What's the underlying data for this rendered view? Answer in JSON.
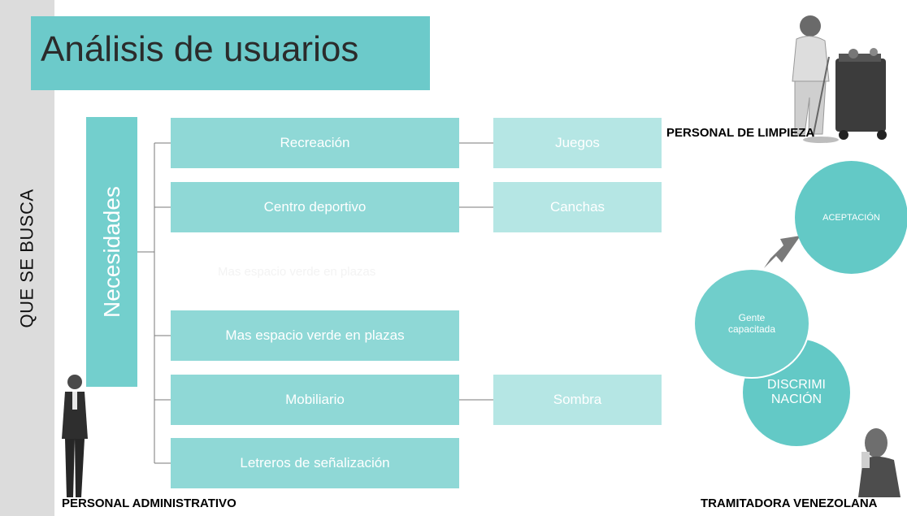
{
  "side_label": "QUE SE BUSCA",
  "title": "Análisis de usuarios",
  "root": "Necesidades",
  "nodes": [
    {
      "label": "Recreación",
      "child": "Juegos"
    },
    {
      "label": "Centro deportivo",
      "child": "Canchas"
    },
    {
      "label": "Mas espacio verde en plazas",
      "child": null
    },
    {
      "label": "Mobiliario",
      "child": "Sombra"
    },
    {
      "label": "Letreros de señalización",
      "child": null
    }
  ],
  "ghost_text": "Mas espacio verde en plazas",
  "captions": {
    "cleaning": "PERSONAL DE LIMPIEZA",
    "admin": "PERSONAL ADMINISTRATIVO",
    "tramitadora": "TRAMITADORA VENEZOLANA"
  },
  "circles": {
    "acceptance": "ACEPTACIÓN",
    "trained_line1": "Gente",
    "trained_line2": "capacitada",
    "discrimination_line1": "DISCRIMI",
    "discrimination_line2": "NACIÓN"
  },
  "colors": {
    "title_bg": "#6ccaca",
    "node_bg": "#8fd8d6",
    "leaf_bg": "#b5e6e4",
    "circle_bg": "#63c9c6",
    "arrow": "#7a7a7a"
  }
}
